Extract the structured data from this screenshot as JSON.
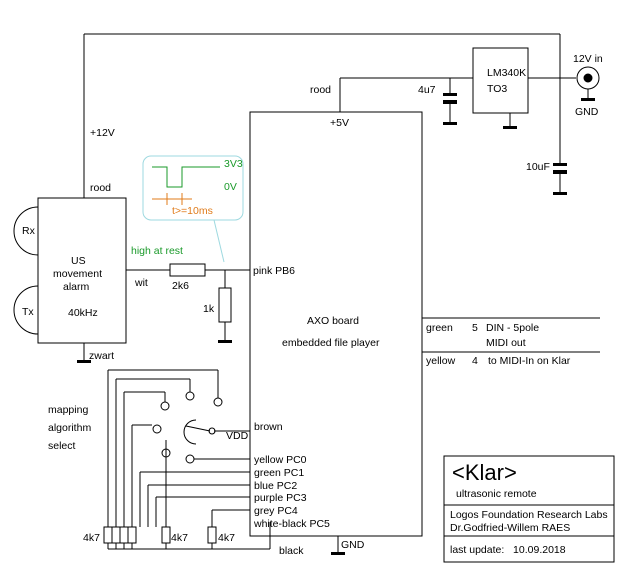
{
  "colors": {
    "signal": "#1a9a2a",
    "timing": "#e07b1a",
    "callout": "#9ed9e0"
  },
  "power": {
    "input": "12V in",
    "gnd": "GND",
    "regulator": "LM340K",
    "package": "TO3",
    "cap_in": "10uF",
    "cap_out": "4u7",
    "rood": "rood",
    "v5": "+5V",
    "v12": "+12V"
  },
  "sensor": {
    "title1": "US",
    "title2": "movement",
    "title3": "alarm",
    "freq": "40kHz",
    "rx": "Rx",
    "tx": "Tx",
    "rood": "rood",
    "wit": "wit",
    "zwart": "zwart",
    "high_at_rest": "high at rest"
  },
  "waveform": {
    "v_high": "3V3",
    "v_low": "0V",
    "timing": "t>=10ms"
  },
  "resistors": {
    "series": "2k6",
    "pulldown": "1k",
    "bank1": "4k7",
    "bank2": "4k7",
    "bank3": "4k7"
  },
  "board": {
    "title": "AXO board",
    "subtitle": "embedded file player",
    "pin_pb6": "pink PB6",
    "gnd": "GND",
    "black": "black",
    "vdd": "VDD",
    "brown": "brown",
    "pins": [
      "yellow  PC0",
      "green  PC1",
      "blue    PC2",
      "purple  PC3",
      "grey    PC4",
      "white-black PC5"
    ]
  },
  "midi": {
    "green": "green",
    "pin5": "5",
    "din": "DIN - 5pole",
    "midi_out": "MIDI out",
    "yellow": "yellow",
    "pin4": "4",
    "to_klar": "to MIDI-In on Klar"
  },
  "switch": {
    "line1": "mapping",
    "line2": "algorithm",
    "line3": "select"
  },
  "titleblock": {
    "name": "<Klar>",
    "subtitle": "ultrasonic remote",
    "org": "Logos Foundation Research Labs",
    "author": "Dr.Godfried-Willem RAES",
    "update": "last update:   10.09.2018"
  }
}
